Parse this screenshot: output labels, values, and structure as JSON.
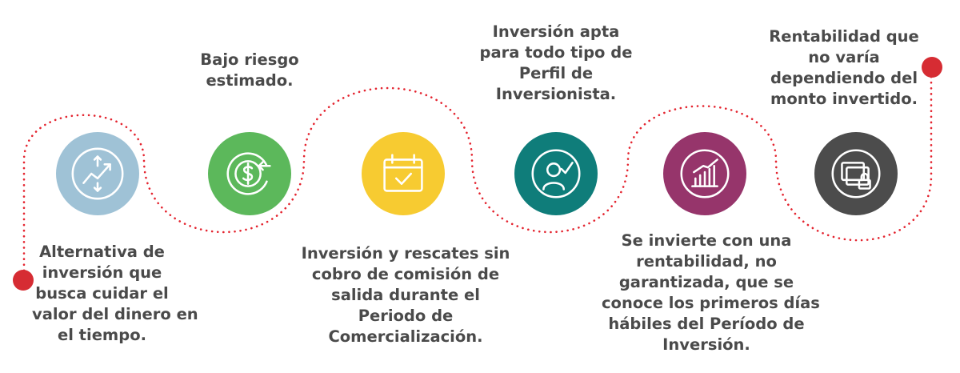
{
  "colors": {
    "path": "#e4242f",
    "endpoint": "#d62c33",
    "text": "#4a4a4a"
  },
  "steps": [
    {
      "icon": "chart-arrows-icon",
      "color": "#9fc2d6",
      "text": [
        "Alternativa de",
        "inversión que",
        "busca cuidar el",
        "valor del dinero en",
        "el tiempo."
      ]
    },
    {
      "icon": "dollar-return-icon",
      "color": "#5cb85b",
      "text": [
        "Bajo riesgo",
        "estimado."
      ]
    },
    {
      "icon": "calendar-check-icon",
      "color": "#f7cb31",
      "text": [
        "Inversión y rescates sin",
        "cobro de comisión de",
        "salida durante el",
        "Periodo de",
        "Comercialización."
      ]
    },
    {
      "icon": "investor-profile-icon",
      "color": "#0f7d7a",
      "text": [
        "Inversión apta",
        "para todo tipo de",
        "Perfil de",
        "Inversionista."
      ]
    },
    {
      "icon": "growth-bars-icon",
      "color": "#96356b",
      "text": [
        "Se invierte con una",
        "rentabilidad, no",
        "garantizada, que se",
        "conoce los primeros días",
        "hábiles del Período de",
        "Inversión."
      ]
    },
    {
      "icon": "lock-documents-icon",
      "color": "#4c4c4c",
      "text": [
        "Rentabilidad que",
        "no varía",
        "dependiendo del",
        "monto invertido."
      ]
    }
  ]
}
